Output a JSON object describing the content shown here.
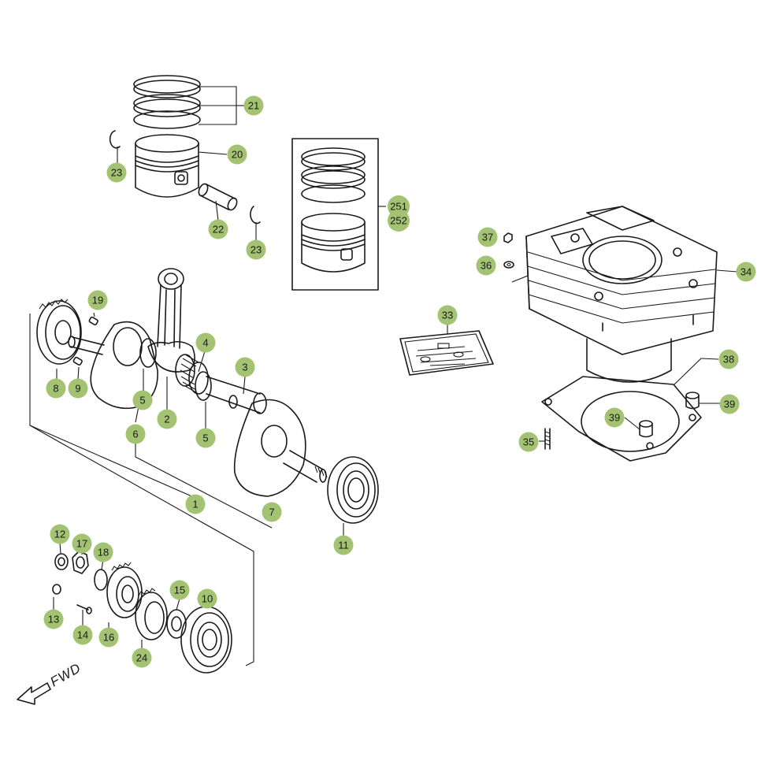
{
  "colors": {
    "badge_fill": "#a4c372",
    "badge_text": "#1a1a1a",
    "line": "#1a1a1a",
    "background": "#ffffff"
  },
  "fwd_label": "FWD",
  "callouts": [
    {
      "id": "1",
      "label": "1"
    },
    {
      "id": "2",
      "label": "2"
    },
    {
      "id": "3",
      "label": "3"
    },
    {
      "id": "4",
      "label": "4"
    },
    {
      "id": "5a",
      "label": "5"
    },
    {
      "id": "5b",
      "label": "5"
    },
    {
      "id": "6",
      "label": "6"
    },
    {
      "id": "7",
      "label": "7"
    },
    {
      "id": "8",
      "label": "8"
    },
    {
      "id": "9",
      "label": "9"
    },
    {
      "id": "10",
      "label": "10"
    },
    {
      "id": "11",
      "label": "11"
    },
    {
      "id": "12",
      "label": "12"
    },
    {
      "id": "13",
      "label": "13"
    },
    {
      "id": "14",
      "label": "14"
    },
    {
      "id": "15",
      "label": "15"
    },
    {
      "id": "16",
      "label": "16"
    },
    {
      "id": "17",
      "label": "17"
    },
    {
      "id": "18",
      "label": "18"
    },
    {
      "id": "19",
      "label": "19"
    },
    {
      "id": "20",
      "label": "20"
    },
    {
      "id": "21",
      "label": "21"
    },
    {
      "id": "22",
      "label": "22"
    },
    {
      "id": "23a",
      "label": "23"
    },
    {
      "id": "23b",
      "label": "23"
    },
    {
      "id": "24",
      "label": "24"
    },
    {
      "id": "251",
      "label": "251"
    },
    {
      "id": "252",
      "label": "252"
    },
    {
      "id": "33",
      "label": "33"
    },
    {
      "id": "34",
      "label": "34"
    },
    {
      "id": "35",
      "label": "35"
    },
    {
      "id": "36",
      "label": "36"
    },
    {
      "id": "37",
      "label": "37"
    },
    {
      "id": "38",
      "label": "38"
    },
    {
      "id": "39a",
      "label": "39"
    },
    {
      "id": "39b",
      "label": "39"
    }
  ]
}
